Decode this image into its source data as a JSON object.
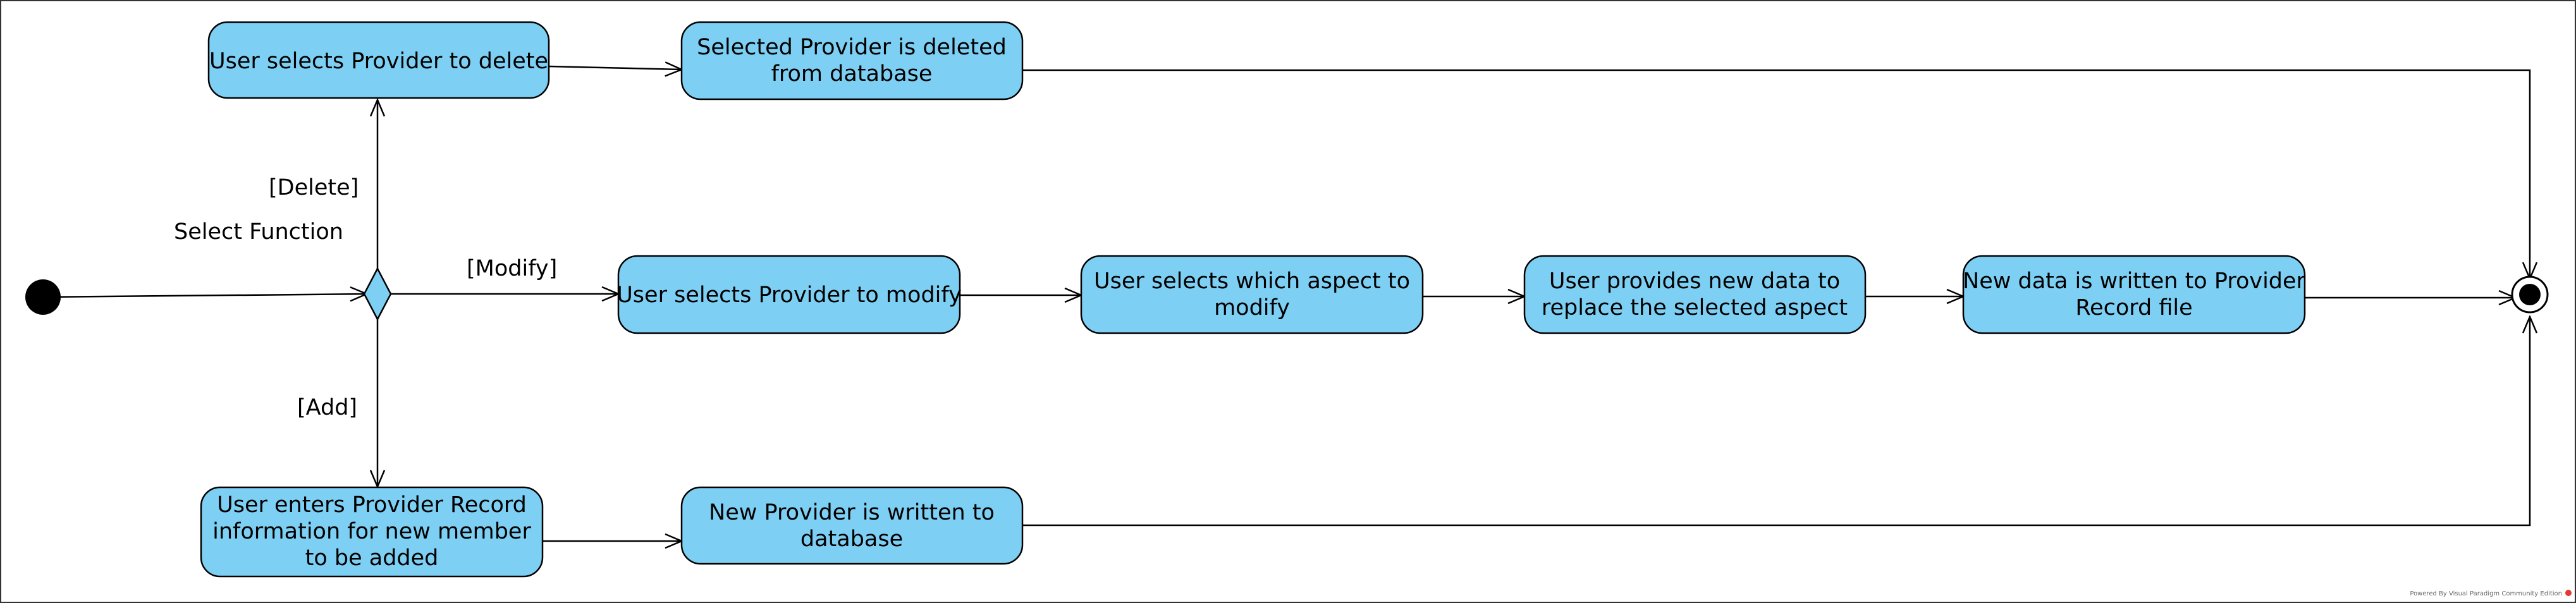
{
  "diagram": {
    "type": "activity",
    "guards": {
      "delete": "[Delete]",
      "modify": "[Modify]",
      "add": "[Add]"
    },
    "decision_label": "Select Function",
    "actions": {
      "select_delete": [
        "User selects Provider to delete"
      ],
      "deleted": [
        "Selected Provider is deleted",
        "from database"
      ],
      "select_modify": [
        "User selects Provider to modify"
      ],
      "which_aspect": [
        "User selects which aspect to",
        "modify"
      ],
      "new_data": [
        "User provides new data to",
        "replace the selected aspect"
      ],
      "written_record": [
        "New data is written to Provider",
        "Record file"
      ],
      "enter_info": [
        "User enters Provider Record",
        "information for new member",
        "to be added"
      ],
      "written_db": [
        "New Provider is written to",
        "database"
      ]
    },
    "watermark": "Powered By Visual Paradigm Community Edition"
  }
}
